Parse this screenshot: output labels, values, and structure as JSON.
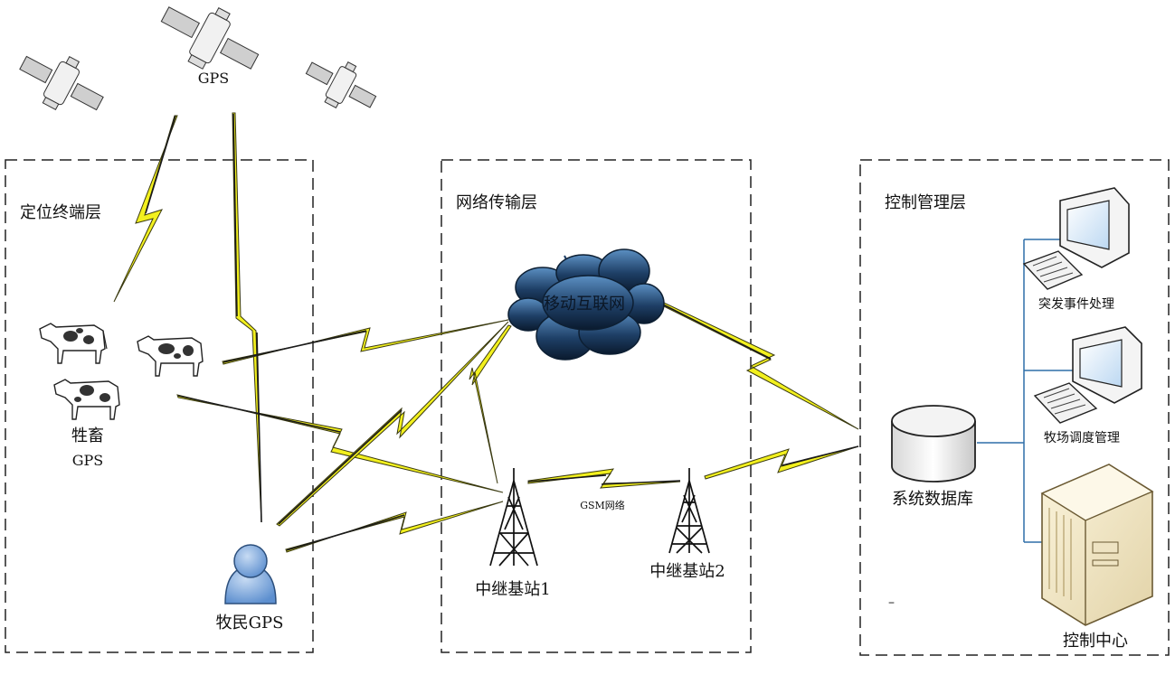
{
  "satellite_label": "GPS",
  "layers": {
    "terminal": "定位终端层",
    "network": "网络传输层",
    "control": "控制管理层"
  },
  "livestock": {
    "line1": "牲畜",
    "line2": "GPS"
  },
  "herdsman": "牧民GPS",
  "cloud": "移动互联网",
  "gsm": "GSM网络",
  "stations": [
    "中继基站1",
    "中继基站2"
  ],
  "database": "系统数据库",
  "terminals": [
    "突发事件处理",
    "牧场调度管理"
  ],
  "server": "控制中心",
  "dash_mark": "–",
  "colors": {
    "bolt": "#f2f01e",
    "bolt_edge": "#3a3a10",
    "line": "#1a1a1a",
    "tree": "#2f6fa8"
  }
}
